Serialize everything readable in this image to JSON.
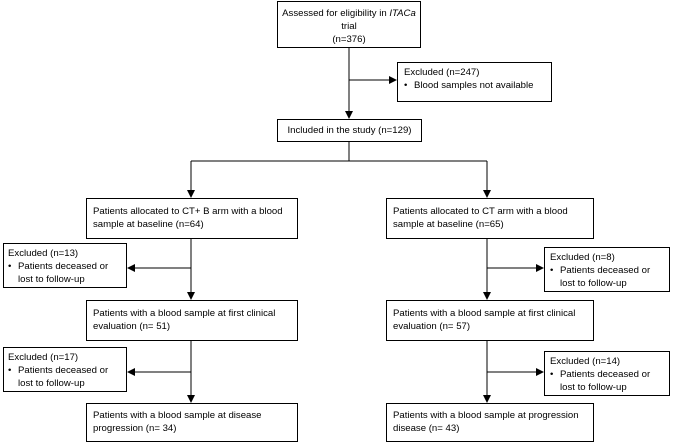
{
  "top": {
    "line1_pre": "Assessed for eligibility in ",
    "line1_italic": "ITACa",
    "line1_post": " trial",
    "line2": "(n=376)"
  },
  "excluded_top": {
    "title": "Excluded  (n=247)",
    "bullet": "Blood samples not available"
  },
  "included": "Included in the study (n=129)",
  "left": {
    "b1": "Patients allocated to CT+ B arm with a blood sample at baseline (n=64)",
    "ex1_title": "Excluded  (n=13)",
    "ex1_bullet": "Patients deceased or lost to follow-up",
    "b2": "Patients with a blood sample at first clinical evaluation (n= 51)",
    "ex2_title": "Excluded  (n=17)",
    "ex2_bullet": "Patients deceased or lost to follow-up",
    "b3": "Patients with a blood sample at disease progression (n= 34)"
  },
  "right": {
    "b1": "Patients allocated to CT arm with a blood sample at baseline (n=65)",
    "ex1_title": "Excluded  (n=8)",
    "ex1_bullet": "Patients deceased or lost to follow-up",
    "b2": "Patients with a blood sample at first clinical evaluation (n= 57)",
    "ex2_title": "Excluded  (n=14)",
    "ex2_bullet": "Patients deceased or lost to follow-up",
    "b3": "Patients with a blood sample at progression disease (n= 43)"
  }
}
